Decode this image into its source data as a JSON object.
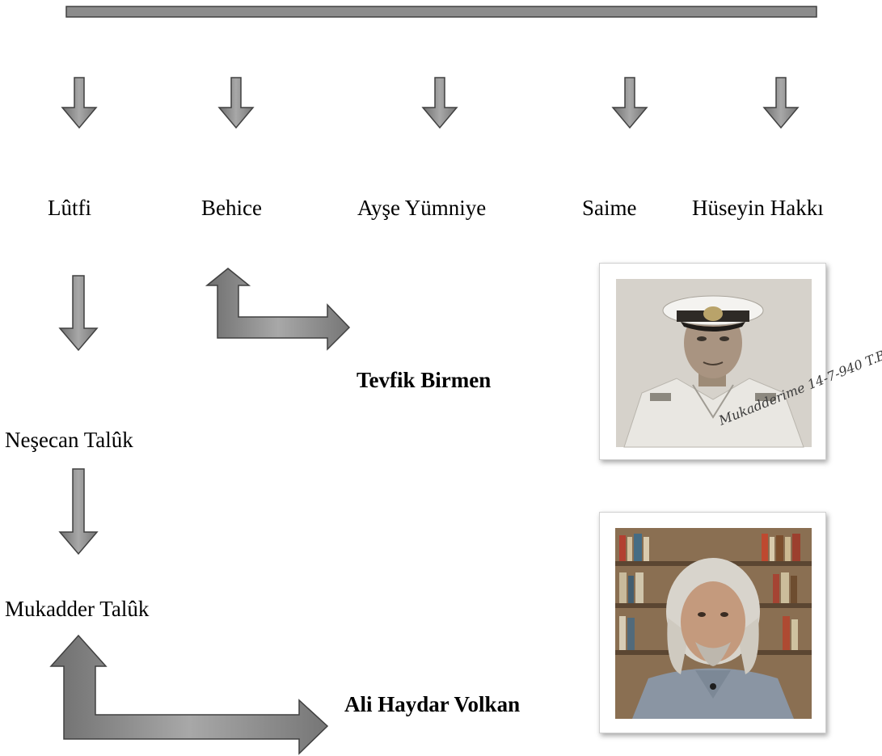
{
  "children": [
    {
      "id": "lutfi",
      "name": "Lûtfi"
    },
    {
      "id": "behice",
      "name": "Behice"
    },
    {
      "id": "ayse",
      "name": "Ayşe Yümniye"
    },
    {
      "id": "saime",
      "name": "Saime"
    },
    {
      "id": "huseyin",
      "name": "Hüseyin Hakkı"
    }
  ],
  "descendants": {
    "nesecan": "Neşecan Talûk",
    "mukadder": "Mukadder Talûk"
  },
  "spouses": {
    "tevfik": "Tevfik Birmen",
    "ali": "Ali Haydar Volkan"
  },
  "photos": {
    "tevfik_inscription": "Mukadderime 14-7-940 T.B."
  },
  "colors": {
    "arrow_fill": "#8c8c8c",
    "arrow_stroke": "#404040"
  }
}
